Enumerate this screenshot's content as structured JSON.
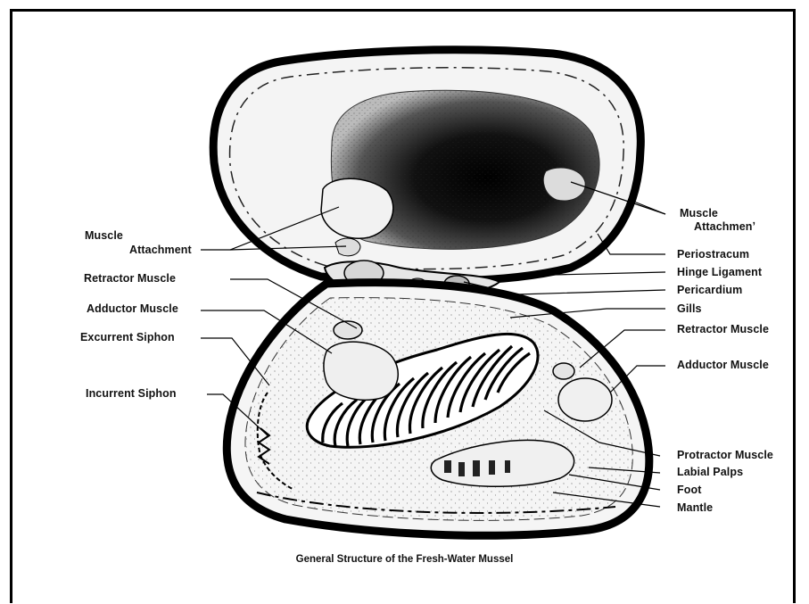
{
  "diagram": {
    "caption": "General Structure of the Fresh-Water Mussel",
    "labels": {
      "muscle_attachment_left_line1": "Muscle",
      "muscle_attachment_left_line2": "Attachment",
      "retractor_muscle_left": "Retractor Muscle",
      "adductor_muscle_left": "Adductor Muscle",
      "excurrent_siphon": "Excurrent Siphon",
      "incurrent_siphon": "Incurrent Siphon",
      "muscle_attachment_right_line1": "Muscle",
      "muscle_attachment_right_line2": "Attachmenʼ",
      "periostracum": "Periostracum",
      "hinge_ligament": "Hinge Ligament",
      "pericardium": "Pericardium",
      "gills": "Gills",
      "retractor_muscle_right": "Retractor Muscle",
      "adductor_muscle_right": "Adductor Muscle",
      "protractor_muscle": "Protractor Muscle",
      "labial_palps": "Labial Palps",
      "foot": "Foot",
      "mantle": "Mantle"
    }
  }
}
